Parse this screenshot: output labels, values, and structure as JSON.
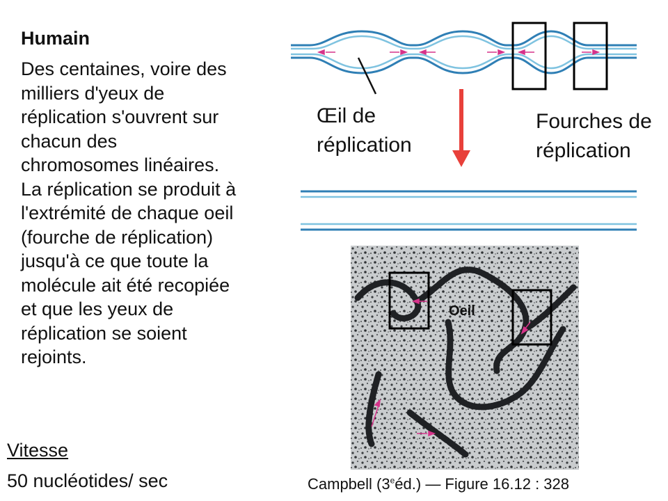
{
  "left_panel": {
    "title": "Humain",
    "body": "Des centaines, voire des\nmilliers d'yeux de\nréplication s'ouvrent sur\nchacun des\nchromosomes linéaires.\nLa réplication se produit à\nl'extrémité de chaque oeil\n(fourche de réplication)\njusqu'à ce que toute la\nmolécule ait été recopiée\net que les yeux de\nréplication se soient\nrejoints."
  },
  "speed": {
    "label": "Vitesse",
    "value": "50 nucléotides/ sec"
  },
  "diagram": {
    "eye_label": "Œil de\nréplication",
    "forks_label": "Fourches de\nréplication",
    "micrograph_label": "Oeil",
    "colors": {
      "dna_dark": "#2f7fb5",
      "dna_light": "#7fc3e0",
      "arrow_magenta": "#d6338a",
      "big_arrow": "#e8403a"
    }
  },
  "credit": {
    "prefix": "Campbell (3",
    "superscript": "e",
    "suffix": "éd.) — Figure 16.12 : 328"
  }
}
